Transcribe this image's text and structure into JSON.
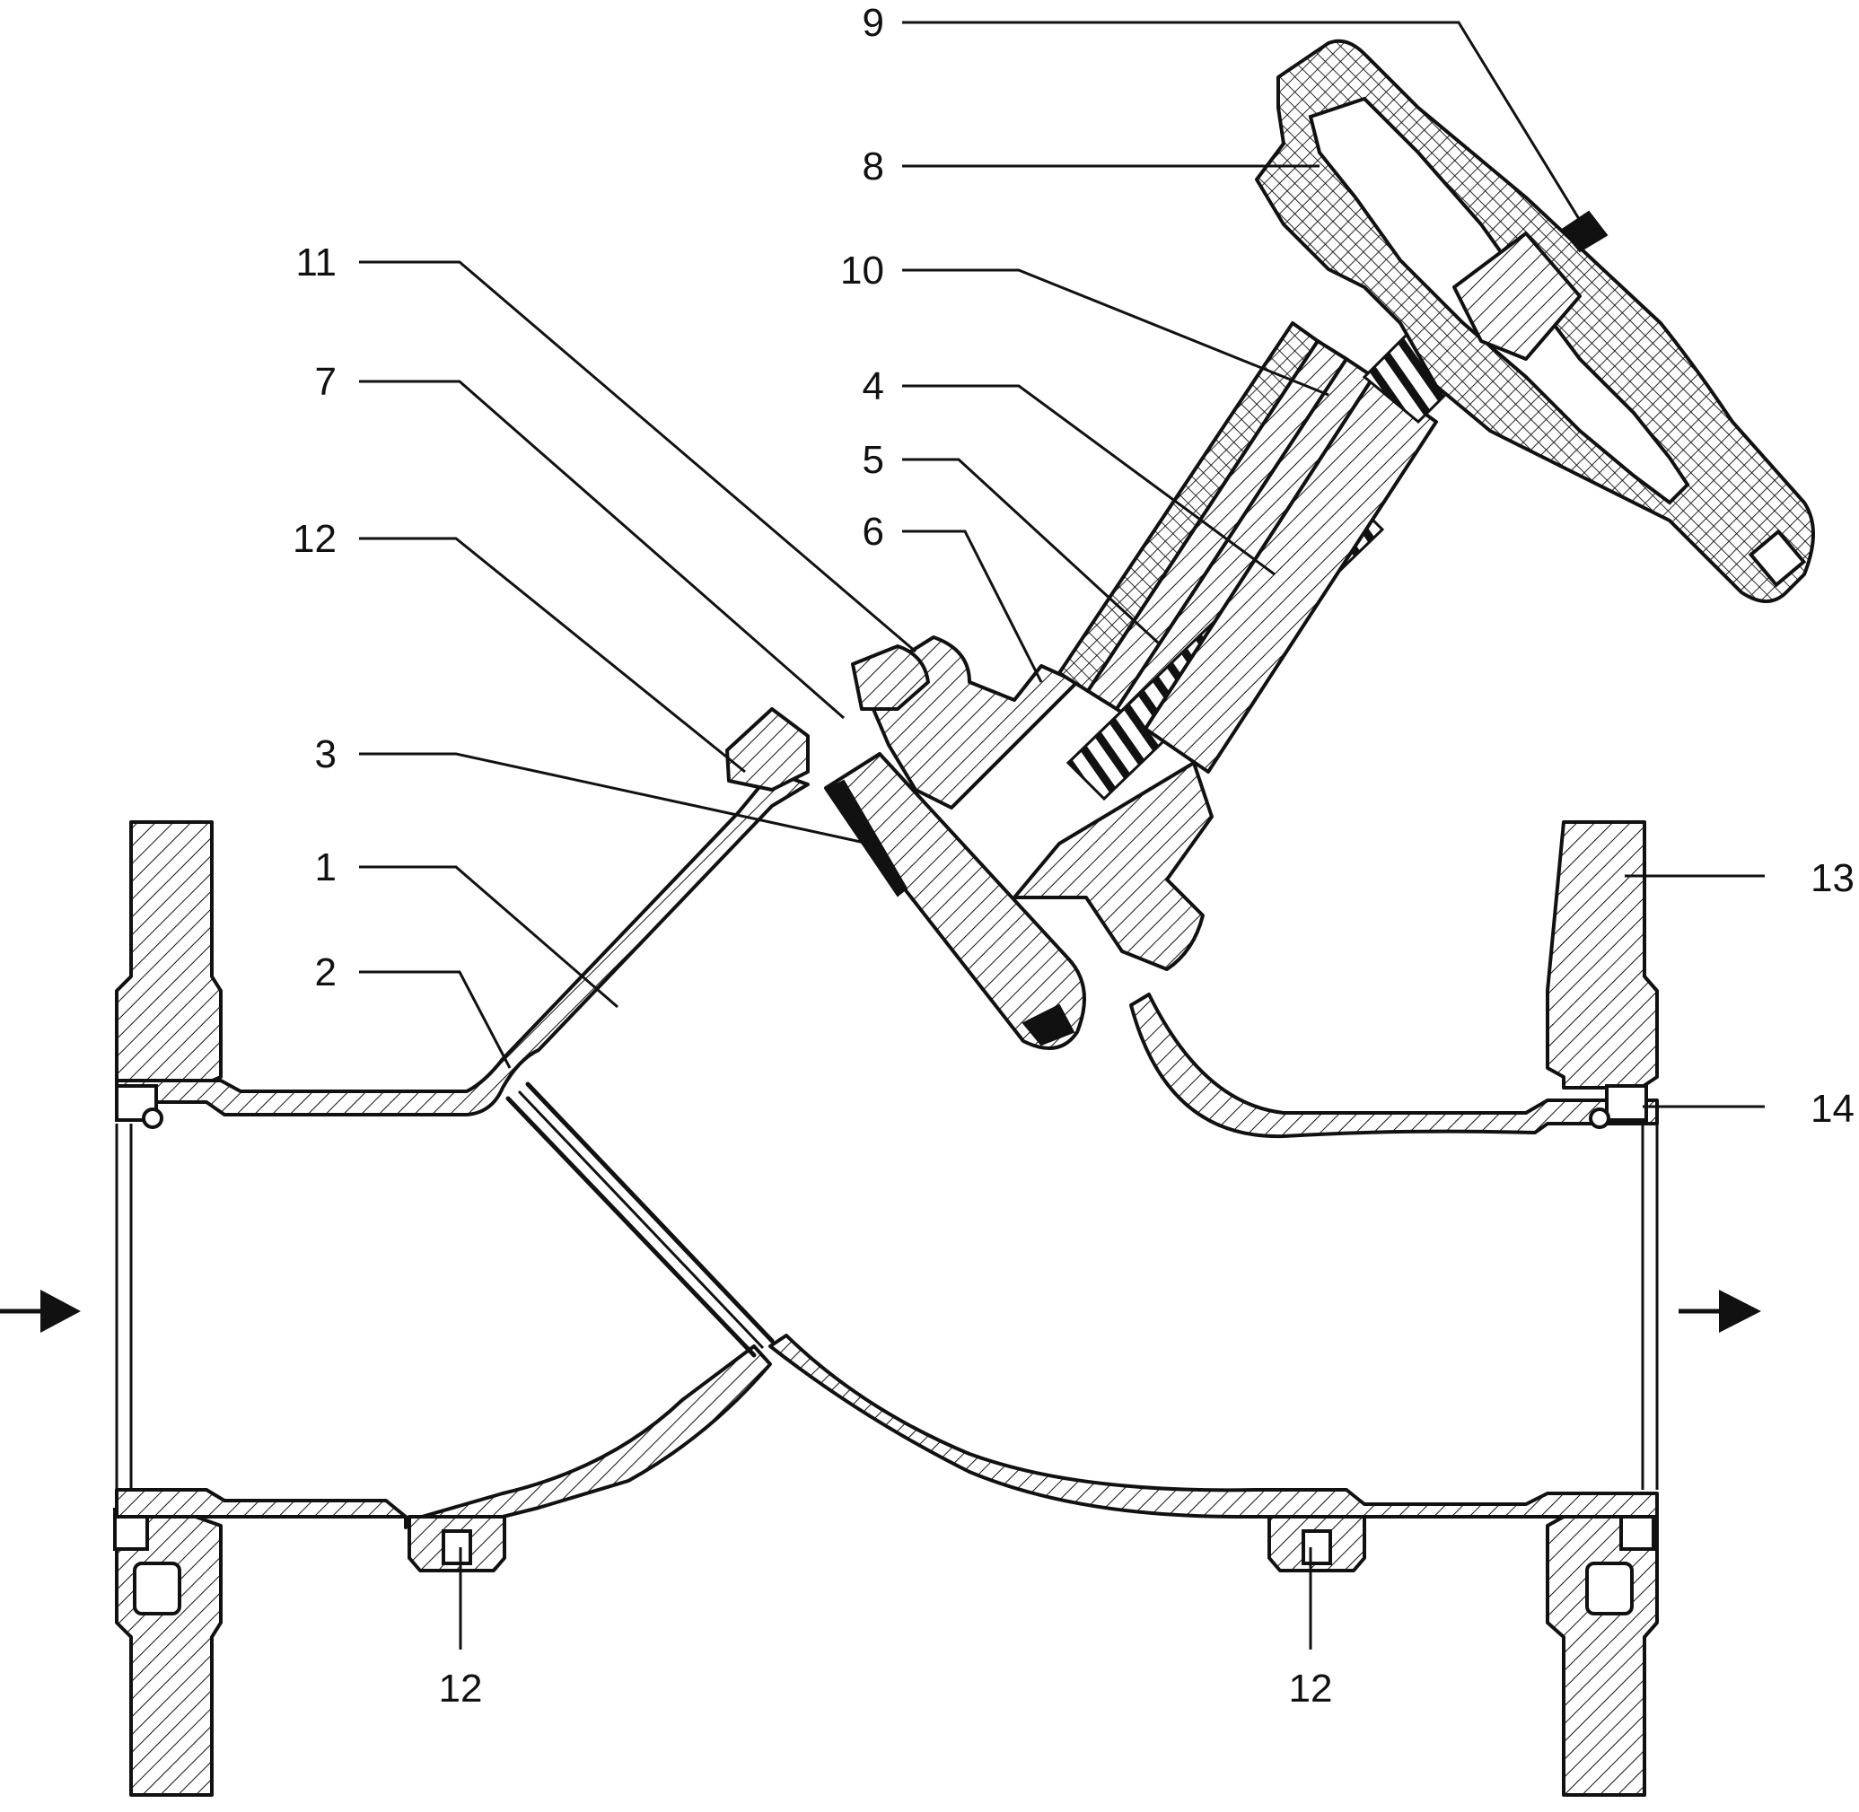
{
  "callouts": {
    "c1": "1",
    "c2": "2",
    "c3": "3",
    "c4": "4",
    "c5": "5",
    "c6": "6",
    "c7": "7",
    "c8": "8",
    "c9": "9",
    "c10": "10",
    "c11": "11",
    "c12_upper": "12",
    "c12_bottom_left": "12",
    "c12_bottom_right": "12",
    "c13": "13",
    "c14": "14"
  }
}
